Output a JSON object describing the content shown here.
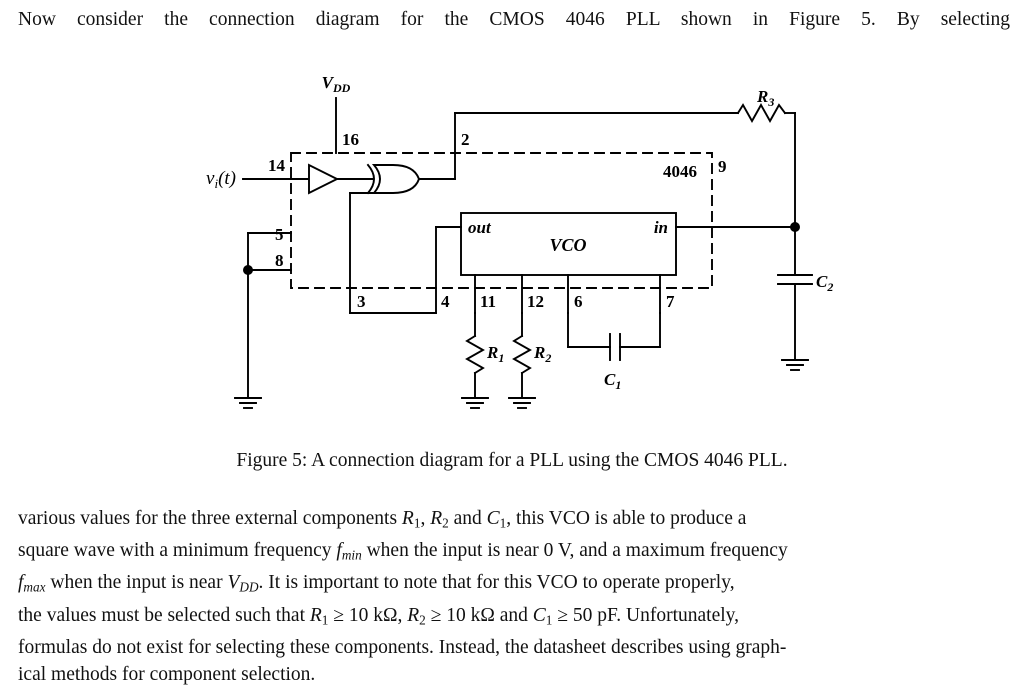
{
  "intro_paragraph": {
    "line1_a": "Now consider the connection diagram for the CMOS 4046 PLL shown in Figure 5.  By selecting"
  },
  "figure": {
    "caption_prefix": "Figure 5:",
    "caption_text": "A connection diagram for a PLL using the CMOS 4046 PLL.",
    "chip_label": "4046",
    "vcc_label": "V",
    "vcc_sub": "DD",
    "input_label": "v",
    "input_sub": "i",
    "input_tail": "(t)",
    "vco_label": "VCO",
    "vco_out_label": "out",
    "vco_in_label": "in",
    "pins": {
      "p16": "16",
      "p14": "14",
      "p2": "2",
      "p5": "5",
      "p8": "8",
      "p9": "9",
      "p3": "3",
      "p4": "4",
      "p11": "11",
      "p12": "12",
      "p6": "6",
      "p7": "7"
    },
    "components": {
      "r1": "R",
      "r1_sub": "1",
      "r2": "R",
      "r2_sub": "2",
      "r3": "R",
      "r3_sub": "3",
      "c1": "C",
      "c1_sub": "1",
      "c2": "C",
      "c2_sub": "2"
    },
    "colors": {
      "ink": "#000000",
      "background": "#ffffff"
    }
  },
  "body_paragraph": {
    "l1_p1": "various values for the three external components ",
    "l1_r1": "R",
    "l1_r1s": "1",
    "l1_p2": ", ",
    "l1_r2": "R",
    "l1_r2s": "2",
    "l1_p3": " and ",
    "l1_c1": "C",
    "l1_c1s": "1",
    "l1_p4": ", this VCO is able to produce a",
    "l2_p1": "square wave with a minimum frequency ",
    "l2_f": "f",
    "l2_fs": "min",
    "l2_p2": " when the input is near 0 V, and a maximum frequency",
    "l3_f": "f",
    "l3_fs": "max",
    "l3_p1": " when the input is near ",
    "l3_v": "V",
    "l3_vs": "DD",
    "l3_p2": ". It is important to note that for this VCO to operate properly,",
    "l4_p1": "the values must be selected such that ",
    "l4_r1": "R",
    "l4_r1s": "1",
    "l4_ge1": " ≥ 10 kΩ, ",
    "l4_r2": "R",
    "l4_r2s": "2",
    "l4_ge2": " ≥ 10 kΩ and ",
    "l4_c1": "C",
    "l4_c1s": "1",
    "l4_ge3": " ≥ 50 pF. Unfortunately,",
    "l5": "formulas do not exist for selecting these components.  Instead, the datasheet describes using graph-",
    "l6": "ical methods for component selection."
  }
}
